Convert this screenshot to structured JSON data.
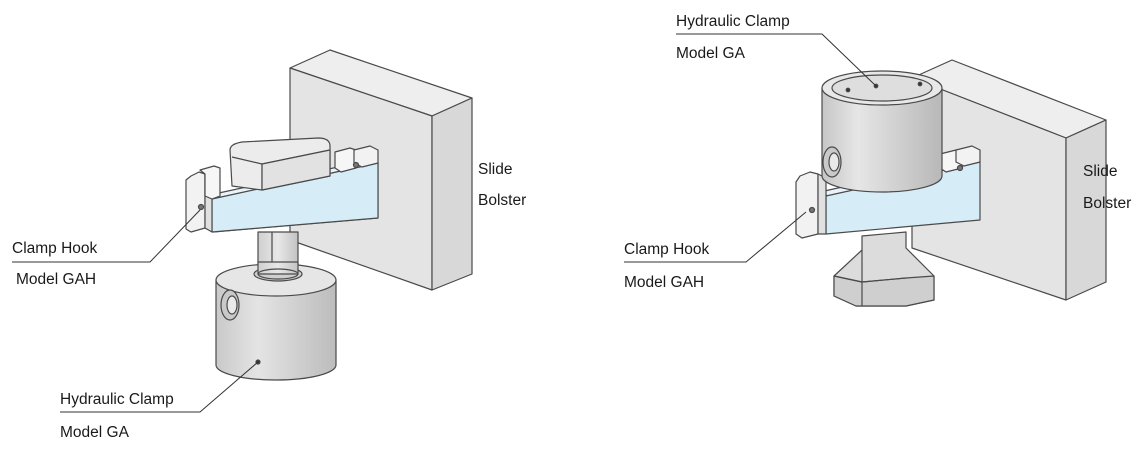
{
  "diagram_left": {
    "slide_label": "Slide",
    "bolster_label": "Bolster",
    "clamp_hook_label": "Clamp Hook",
    "clamp_hook_model": "Model GAH",
    "clamp_label": "Hydraulic Clamp",
    "clamp_model": "Model GA"
  },
  "diagram_right": {
    "slide_label": "Slide",
    "bolster_label": "Bolster",
    "clamp_hook_label": "Clamp Hook",
    "clamp_hook_model": "Model GAH",
    "clamp_label": "Hydraulic Clamp",
    "clamp_model": "Model GA"
  },
  "colors": {
    "outline": "#4a4a4a",
    "block_face": "#f4f4f4",
    "block_side": "#e6e6e6",
    "hook_blue": "#d6ecf7",
    "clamp_gray": "#d9d9d9",
    "clamp_shade": "#c4c4c4",
    "leader": "#333333"
  }
}
